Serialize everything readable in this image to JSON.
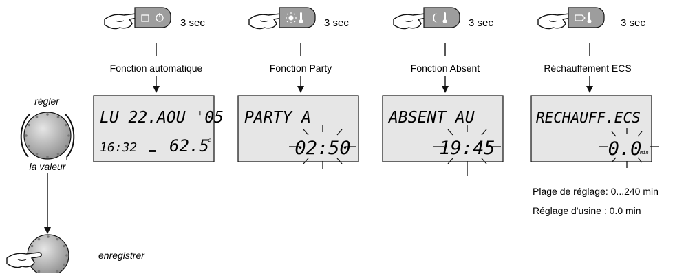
{
  "columns": [
    {
      "duration": "3 sec",
      "function": "Fonction automatique",
      "lcd_line1": "LU 22.AOU '05",
      "lcd_time": "16:32",
      "lcd_value": "62.5",
      "lcd_unit": "c",
      "button_icon": "standby-icon"
    },
    {
      "duration": "3 sec",
      "function": "Fonction Party",
      "lcd_line1": "PARTY A",
      "lcd_value": "02:50",
      "button_icon": "sun-thermometer-icon"
    },
    {
      "duration": "3 sec",
      "function": "Fonction Absent",
      "lcd_line1": "ABSENT AU",
      "lcd_value": "19:45",
      "button_icon": "moon-thermometer-icon"
    },
    {
      "duration": "3 sec",
      "function": "Réchauffement ECS",
      "lcd_line1": "RECHAUFF.ECS",
      "lcd_value": "0.0",
      "lcd_unit": "min",
      "button_icon": "tap-thermometer-icon"
    }
  ],
  "knob": {
    "top_label": "régler",
    "bottom_label": "la valeur",
    "minus": "–",
    "plus": "+"
  },
  "save_label": "enregistrer",
  "info": {
    "range": "Plage de réglage: 0...240 min",
    "factory": "Réglage d'usine : 0.0 min"
  },
  "colors": {
    "lcd_bg": "#e6e6e6",
    "button": "#9d9d9d",
    "knob": "#a9a9a9",
    "line": "#111111"
  }
}
